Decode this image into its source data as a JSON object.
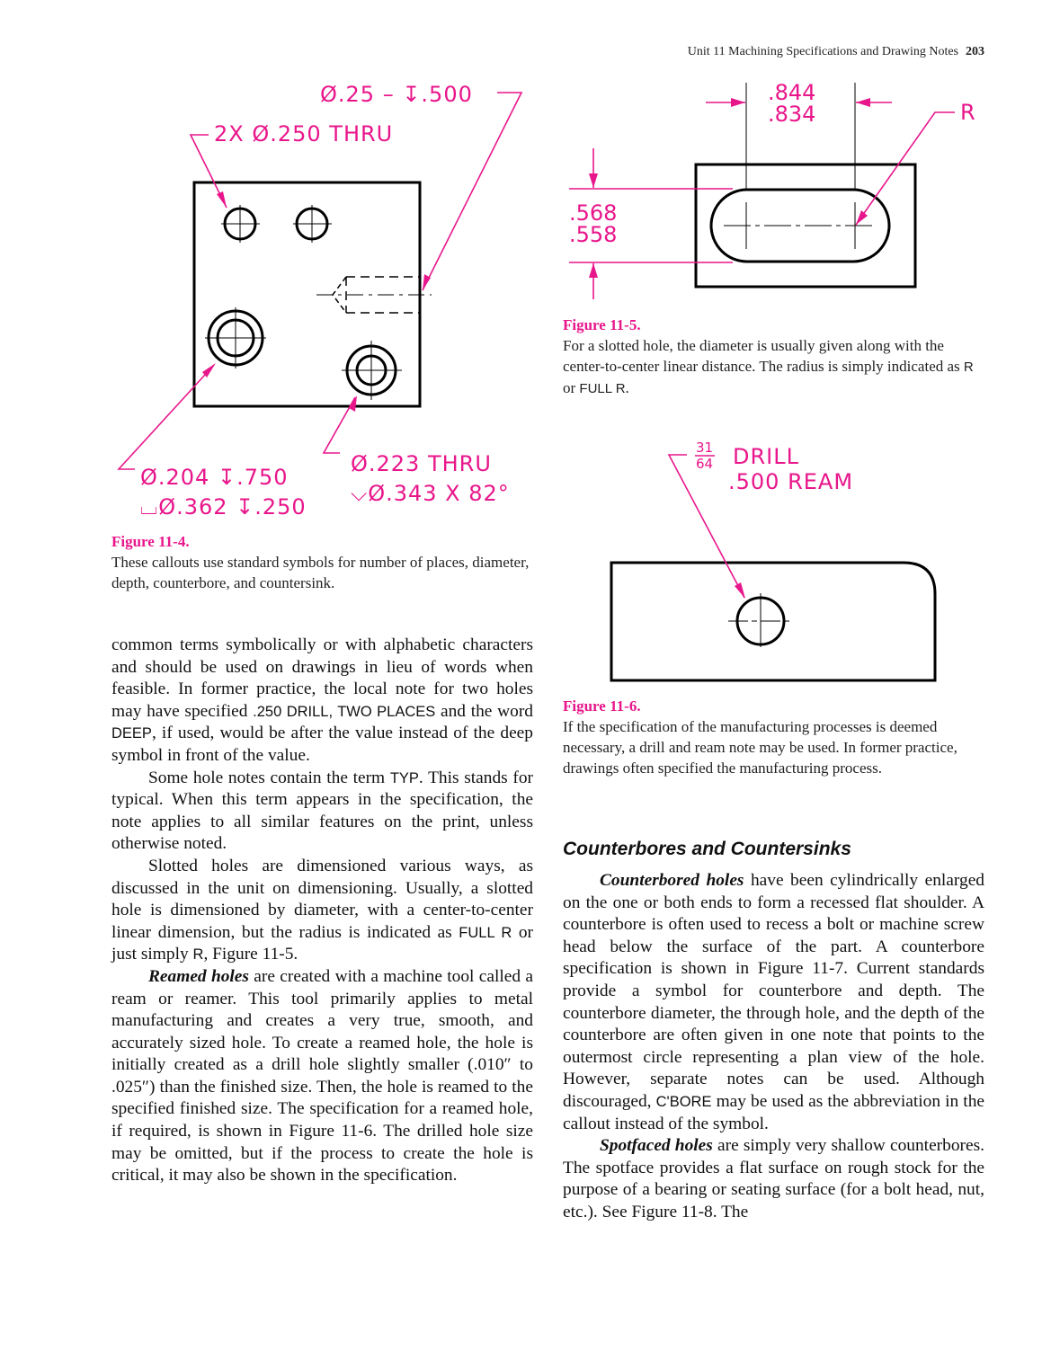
{
  "header": {
    "running_title": "Unit 11  Machining Specifications and Drawing Notes",
    "page_number": "203"
  },
  "figure_11_4": {
    "callout_top_right": "Ø.25  –  ↧.500",
    "callout_top_left": "2X  Ø.250  THRU",
    "callout_bottom_left_line1": "Ø.204  ↧.750",
    "callout_bottom_left_line2": "⌴Ø.362  ↧.250",
    "callout_bottom_right_line1": "Ø.223  THRU",
    "callout_bottom_right_line2": "⌵Ø.343  X  82°",
    "caption_title": "Figure 11-4.",
    "caption_text": "These callouts use standard symbols for number of places, diameter, depth, counterbore, and countersink."
  },
  "figure_11_5": {
    "dim_top_upper": ".844",
    "dim_top_lower": ".834",
    "dim_left_upper": ".568",
    "dim_left_lower": ".558",
    "radius_label": "R",
    "caption_title": "Figure 11-5.",
    "caption_text_1": "For a slotted hole, the diameter is usually given along with the center-to-center linear distance. The radius is simply indicated as ",
    "caption_code_r": "R",
    "caption_text_2": " or ",
    "caption_code_full_r": "FULL R",
    "caption_text_3": "."
  },
  "figure_11_6": {
    "fraction_numerator": "31",
    "fraction_denominator": "64",
    "drill_label": "DRILL",
    "ream_label": ".500  REAM",
    "caption_title": "Figure 11-6.",
    "caption_text": "If the specification of the manufacturing processes is deemed necessary, a drill and ream note may be used. In former practice, drawings often specified the manufacturing process."
  },
  "left_column": {
    "p1_a": "common terms symbolically or with alphabetic characters and should be used on drawings in lieu of words when feasible. In former practice, the local note for two holes may have specified ",
    "p1_code1": ".250 DRILL, TWO PLACES",
    "p1_b": " and the word ",
    "p1_code2": "DEEP",
    "p1_c": ", if used, would be after the value instead of the deep symbol in front of the value.",
    "p2_a": "Some hole notes contain the term ",
    "p2_code": "TYP",
    "p2_b": ". This stands for typical. When this term appears in the specification, the note applies to all similar features on the print, unless otherwise noted.",
    "p3_a": "Slotted holes are dimensioned various ways, as discussed in the unit on dimensioning. Usually, a slotted hole is dimensioned by diameter, with a center-to-center linear dimension, but the radius is indicated as ",
    "p3_code1": "FULL R",
    "p3_b": " or just simply ",
    "p3_code2": "R",
    "p3_c": ", Figure 11-5.",
    "p4_term": "Reamed holes",
    "p4_text": " are created with a machine tool called a ream or reamer. This tool primarily applies to metal manufacturing and creates a very true, smooth, and accurately sized hole. To create a reamed hole, the hole is initially created as a drill hole slightly smaller (.010″ to .025″) than the finished size. Then, the hole is reamed to the specified finished size. The specification for a reamed hole, if required, is shown in Figure 11-6. The drilled hole size may be omitted, but if the process to create the hole is critical, it may also be shown in the specification."
  },
  "right_column": {
    "heading": "Counterbores and Countersinks",
    "p1_term": "Counterbored holes",
    "p1_a": " have been cylindrically enlarged on the one or both ends to form a recessed flat shoulder. A counterbore is often used to recess a bolt or machine screw head below the surface of the part. A counterbore specification is shown in Figure 11-7. Current standards provide a symbol for counterbore and depth. The counterbore diameter, the through hole, and the depth of the counterbore are often given in one note that points to the outermost circle representing a plan view of the hole. However, separate notes can be used. Although discouraged, ",
    "p1_code": "C'BORE",
    "p1_b": " may be used as the abbreviation in the callout instead of the symbol.",
    "p2_term": "Spotfaced holes",
    "p2_text": " are simply very shallow counterbores. The spotface provides a flat surface on rough stock for the purpose of a bearing or seating surface (for a bolt head, nut, etc.). See Figure 11-8. The"
  },
  "colors": {
    "accent": "#e8168b",
    "text": "#111111",
    "line": "#000000"
  }
}
